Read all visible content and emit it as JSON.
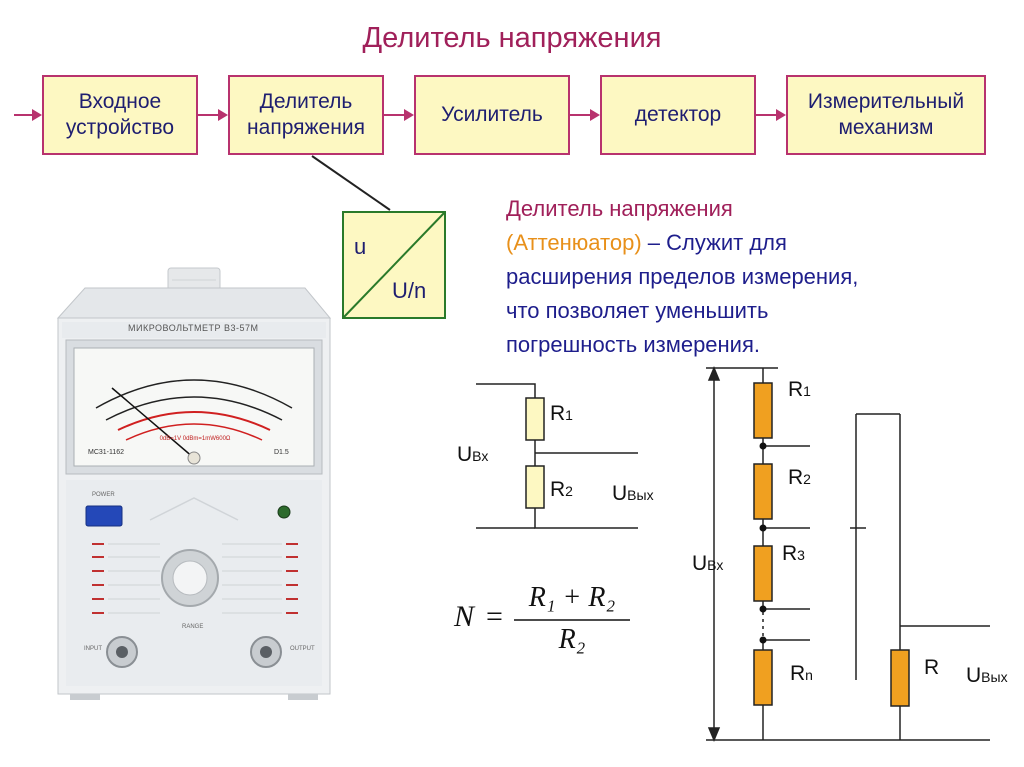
{
  "title": "Делитель напряжения",
  "blocks": [
    "Входное\nустройство",
    "Делитель\nнапряжения",
    "Усилитель",
    "детектор",
    "Измерительный\nмеханизм"
  ],
  "divider_box": {
    "u": "u",
    "un": "U/n"
  },
  "description": {
    "line1": "Делитель напряжения",
    "line2a": "(Аттенюатор)",
    "line2b": " – Служит для",
    "line3": "расширения пределов измерения,",
    "line4": "что позволяет уменьшить",
    "line5": "погрешность измерения."
  },
  "device": {
    "brand": "МИКРОВОЛЬТМЕТР В3-57М",
    "model_left": "МС31-1162",
    "model_right": "D1.5",
    "meter_note": "0dB=1V 0dBm=1mW600Ω",
    "power": "POWER",
    "range": "RANGE",
    "input": "INPUT",
    "output": "OUTPUT"
  },
  "circuit1": {
    "r1": "R",
    "r1_sub": "1",
    "r2": "R",
    "r2_sub": "2",
    "uin": "U",
    "uin_sub": "Вх",
    "uout": "U",
    "uout_sub": "Вых"
  },
  "formula": {
    "lhs": "N",
    "eq": "=",
    "numerator": "R₁ + R₂",
    "denominator": "R₂"
  },
  "circuit2": {
    "r1": "R",
    "r1_sub": "1",
    "r2": "R",
    "r2_sub": "2",
    "r3": "R",
    "r3_sub": "3",
    "rn": "R",
    "rn_sub": "n",
    "uin": "U",
    "uin_sub": "Вх",
    "r": "R",
    "uout": "U",
    "uout_sub": "Вых"
  },
  "colors": {
    "accent": "#b8326e",
    "block_fill": "#fdf8c2",
    "resistor": "#f0a020",
    "text_blue": "#1e1e8c",
    "text_orange": "#e8901a"
  }
}
